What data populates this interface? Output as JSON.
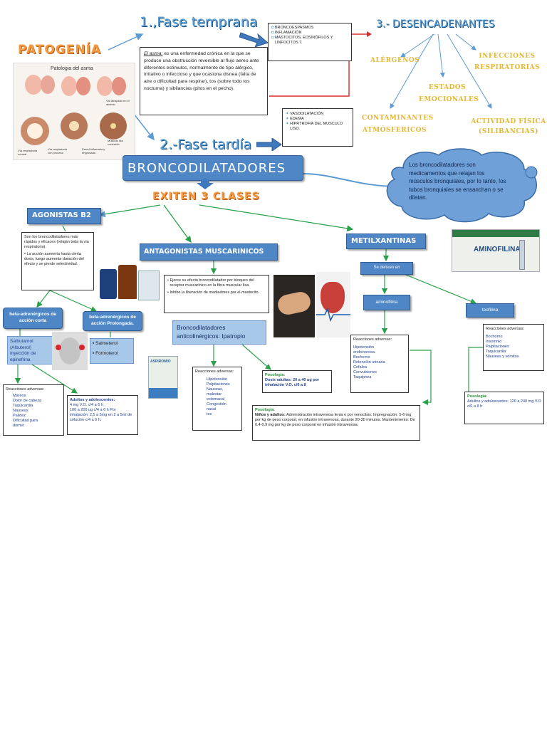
{
  "patogenia": {
    "title": "PATOGENÍA"
  },
  "lung_image": {
    "caption_title": "Patologia del asma",
    "notes": [
      "Vía respiratoria normal",
      "Vía respiratoria con proceso",
      "Pared inflamada y engrosada",
      "Vía atrapado en el alvéolo",
      "Músculo liso contraído"
    ]
  },
  "fase_temprana": {
    "title": "1.,Fase temprana",
    "items": [
      "BRONCOESPASMOS",
      "INFLAMACIÓN",
      "MASTOCITOS, EOSINÓFILOS Y LINFOCITOS T."
    ]
  },
  "definition": {
    "term": "El asma:",
    "text": " es una enfermedad crónica en la que se produce una obstrucción reversible al flujo aereo ante diferentes estimulos, normalmente de tipo alérgico, irritativo o infeccioso y que ocasiona disnea (falta de aire o dificultad para respirar), tos (sobre todo tos nocturna) y sibilancias (pitos en el pecho)."
  },
  "fase_tardia": {
    "title": "2.-Fase tardía",
    "items": [
      "VASODILATACIÓN",
      "EDEMA",
      "HIPRTROFIA DEL MUSCULO LISO."
    ]
  },
  "desencadenantes": {
    "title": "3.- DESENCADENANTES",
    "items": [
      "ALÉRGENOS",
      "INFECCIONES RESPIRATORIAS",
      "ESTADOS EMOCIONALES",
      "CONTAMINANTES ATMÓSFERICOS",
      "ACTIVIDAD FÍSICA (SILIBANCIAS)"
    ]
  },
  "broncodilatadores": {
    "title": "BRONCODILATADORES",
    "cloud_text": "Los broncodilatadores son medicamentos que relajan los músculos bronquiales, por lo tanto, los tubos bronquiales se ensanchan o se dilatan."
  },
  "clases": {
    "title": "EXITEN 3 CLASES"
  },
  "agonistas": {
    "title": "AGONISTAS B2",
    "description": [
      "Son los broncodilatadores más rápidos y eficaces (relajan toda la vía respiratoria).",
      "• La acción aumenta hasta cierta dosis, luego aumenta duración del efecto y se pierde selectividad."
    ],
    "corta_title": "beta-adrenérgicos de acción corta",
    "corta_items": [
      "Salbutamol (Albuterol)",
      "Inyección de epinefrina"
    ],
    "prolongada_title": "beta-adrenérgicos de acción Prolongada.",
    "prolongada_items": [
      "Salmeterol",
      "Formoterol"
    ],
    "reacciones_title": "Reacciones adversas:",
    "reacciones_items": [
      "Mareos",
      "Dolor de cabeza",
      "Taquicardia",
      "Nauseas",
      "Palidez",
      "Dificultad para dormir"
    ],
    "dosis_title": "Adultos y adolescentes:",
    "dosis_lines": [
      "4 mg V.O. c/4 a 6 h",
      "100 a 200 ug c/4 a 6 h Por inhalación: 2,5 a 5mg en 2 a 5ml de solución c/4 a 6 h."
    ]
  },
  "antagonistas": {
    "title": "ANTAGONISTAS MUSCARINICOS",
    "description": [
      "Ejerce su efecto broncodilatador por bloqueo del receptor muscarínico en la fibra muscular lisa.",
      "Inhibe la liberación de mediadores por el mastocito."
    ],
    "sub_title": "Broncodilatadores anticolinérgicos: Ipatropio",
    "reacciones_title": "Reacciones adversas:",
    "reacciones_items": [
      "Hipotensión",
      "Palpitaciones",
      "Nauseas,",
      "malestar",
      "estomacal",
      "Congestión",
      "nasal",
      "tos"
    ],
    "posologia_title": "Posología:",
    "posologia_text": "Dosis adultas: 20 a 40 ug por inhalación V.O. c/6 a 8",
    "box_label": "ASPIROMIO"
  },
  "metilxantinas": {
    "title": "METILXANTINAS",
    "derivan": "Se derivan en",
    "aminofilina": "aminofilina",
    "teofilina": "teofilina",
    "box_label": "AMINOFILINA",
    "amino_reacciones_title": "Reacciones adversas:",
    "amino_reacciones": [
      "Hipotensión",
      "endovenosa.",
      "Bochorno",
      "Retención urinaria",
      "Cefalea",
      "Convulsiones",
      "Taquipnea"
    ],
    "amino_posologia_title": "Posología:",
    "amino_posologia_sub": "Niños y adultos:",
    "amino_posologia_text": " Administración intravenosa lenta o por venoclisis. Impregnación: 5-6 mg por kg de peso corporal, en infusión intravenosa, durante 20-30 minutos. Mantenimiento: De 0.4-0.9 mg por kg de peso corporal en infusión intravenosa.",
    "teo_reacciones_title": "Reacciones adversas:",
    "teo_reacciones": [
      "Bochorno",
      "Insomnio",
      "Palpitaciones",
      "Taquicardia",
      "Náuseas y vómitos"
    ],
    "teo_posologia_title": "Posología:",
    "teo_posologia_text": "Adultos y adolescentes: 120 a 240 mg V.O c/6 a 8 h"
  }
}
